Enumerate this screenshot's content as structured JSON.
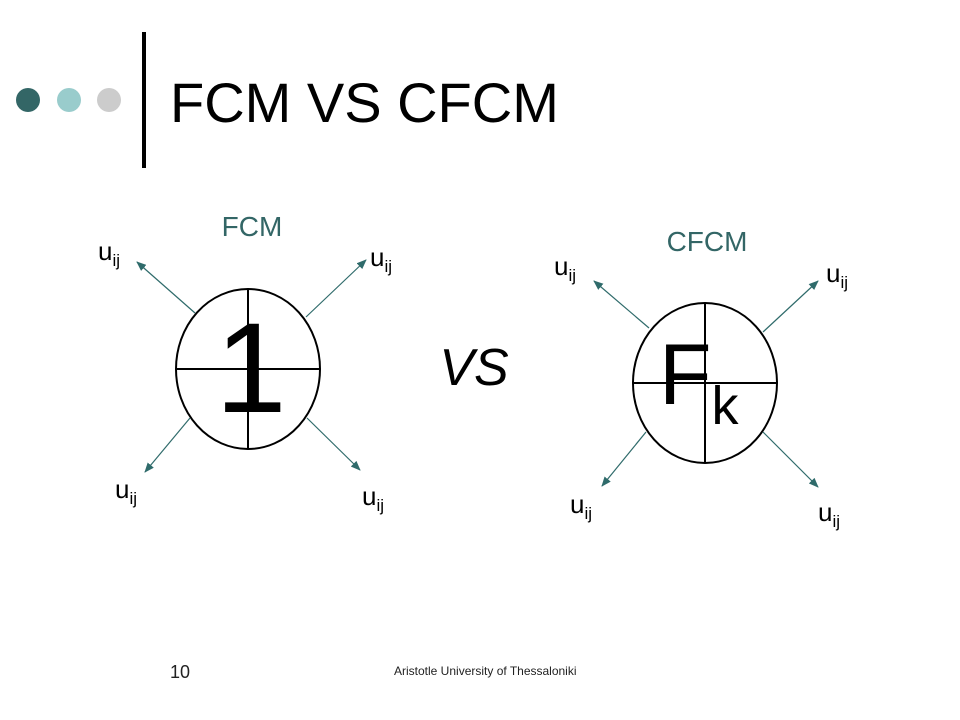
{
  "slide": {
    "title": "FCM VS CFCM",
    "page_number": "10",
    "footer": "Aristotle University of Thessaloniki",
    "vs": "VS"
  },
  "fcm": {
    "label": "FCM",
    "center": "1",
    "edge_base": "u",
    "edge_sub": "ij"
  },
  "cfcm": {
    "label": "CFCM",
    "center_main": "F",
    "center_sub": "k",
    "edge_base": "u",
    "edge_sub": "ij"
  },
  "colors": {
    "bullet_dark": "#336666",
    "bullet_light": "#99cccc",
    "bullet_gray": "#cccccc",
    "label_color": "#336666",
    "arrow_color": "#2f6b6b"
  }
}
